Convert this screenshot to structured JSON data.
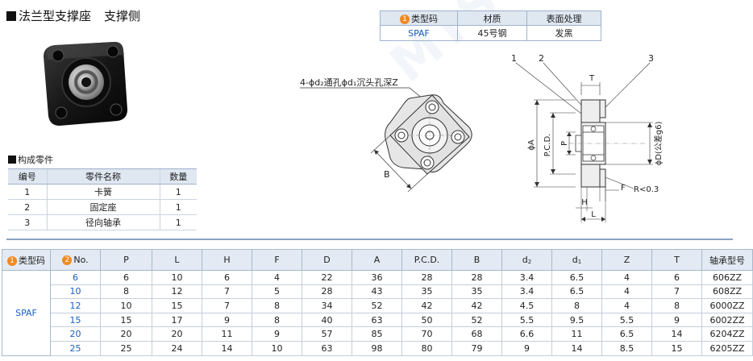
{
  "page": {
    "title_main": "法兰型支撑座",
    "title_sub": "支撑侧"
  },
  "watermark": "MISUMI",
  "spec_table": {
    "headers": [
      "类型码",
      "材质",
      "表面处理"
    ],
    "header_badge": "1",
    "row": [
      "SPAF",
      "45号钢",
      "发黑"
    ]
  },
  "parts": {
    "heading": "构成零件",
    "headers": [
      "编号",
      "零件名称",
      "数量"
    ],
    "rows": [
      [
        "1",
        "卡簧",
        "1"
      ],
      [
        "2",
        "固定座",
        "1"
      ],
      [
        "3",
        "径向轴承",
        "1"
      ]
    ]
  },
  "drawing": {
    "hole_note": "4-ϕd₂通孔ϕd₁沉头孔深Z",
    "front_label_b": "B",
    "callouts": [
      "1",
      "2",
      "3"
    ],
    "side_labels": {
      "t": "T",
      "phi_a": "ϕA",
      "pcd": "P.C.D.",
      "p": "P",
      "phi_d": "ϕD(公差g6)",
      "f": "F",
      "r": "R<0.3",
      "h": "H",
      "l": "L"
    }
  },
  "dim_table": {
    "badge_type": "1",
    "badge_no": "2",
    "headers": {
      "type": "类型码",
      "no": "No.",
      "cols": [
        "P",
        "L",
        "H",
        "F",
        "D",
        "A",
        "P.C.D.",
        "B"
      ],
      "d2": "d",
      "d2_sub": "2",
      "d1": "d",
      "d1_sub": "1",
      "tail": [
        "Z",
        "T",
        "轴承型号"
      ]
    },
    "type_code": "SPAF",
    "rows": [
      {
        "no": "6",
        "vals": [
          "6",
          "10",
          "6",
          "4",
          "22",
          "36",
          "28",
          "28",
          "3.4",
          "6.5",
          "4",
          "6",
          "606ZZ"
        ]
      },
      {
        "no": "10",
        "vals": [
          "8",
          "12",
          "7",
          "5",
          "28",
          "43",
          "35",
          "35",
          "3.4",
          "6.5",
          "4",
          "7",
          "608ZZ"
        ]
      },
      {
        "no": "12",
        "vals": [
          "10",
          "15",
          "7",
          "8",
          "34",
          "52",
          "42",
          "42",
          "4.5",
          "8",
          "4",
          "8",
          "6000ZZ"
        ]
      },
      {
        "no": "15",
        "vals": [
          "15",
          "17",
          "9",
          "8",
          "40",
          "63",
          "50",
          "52",
          "5.5",
          "9.5",
          "5.5",
          "9",
          "6002ZZ"
        ]
      },
      {
        "no": "20",
        "vals": [
          "20",
          "20",
          "11",
          "9",
          "57",
          "85",
          "70",
          "68",
          "6.6",
          "11",
          "6.5",
          "14",
          "6204ZZ"
        ]
      },
      {
        "no": "25",
        "vals": [
          "25",
          "24",
          "14",
          "10",
          "63",
          "98",
          "80",
          "79",
          "9",
          "14",
          "8.5",
          "15",
          "6205ZZ"
        ]
      }
    ]
  }
}
